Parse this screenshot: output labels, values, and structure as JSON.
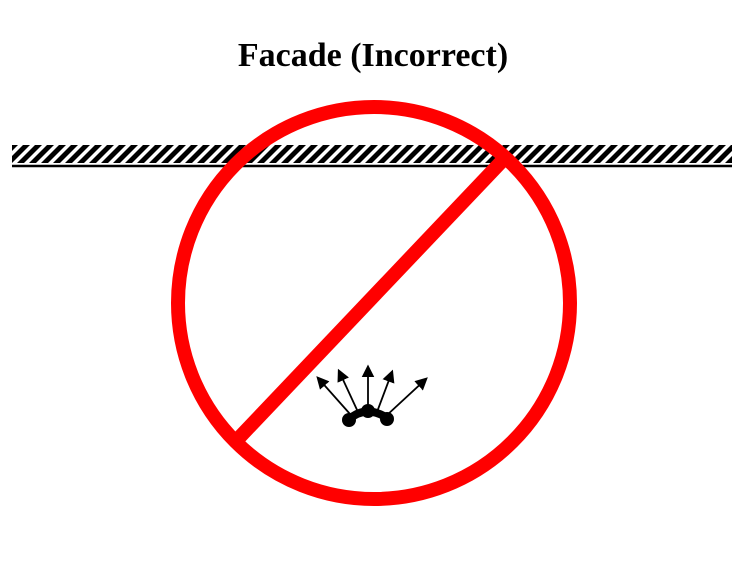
{
  "title": "Facade (Incorrect)",
  "colors": {
    "background": "#ffffff",
    "ink": "#000000",
    "prohibition": "#ff0000"
  },
  "diagram": {
    "surface": "hatched-wall",
    "figure": "curved-array-with-outward-arrows",
    "overlay": "prohibition-sign",
    "element_count": 3,
    "arrow_count": 5
  }
}
